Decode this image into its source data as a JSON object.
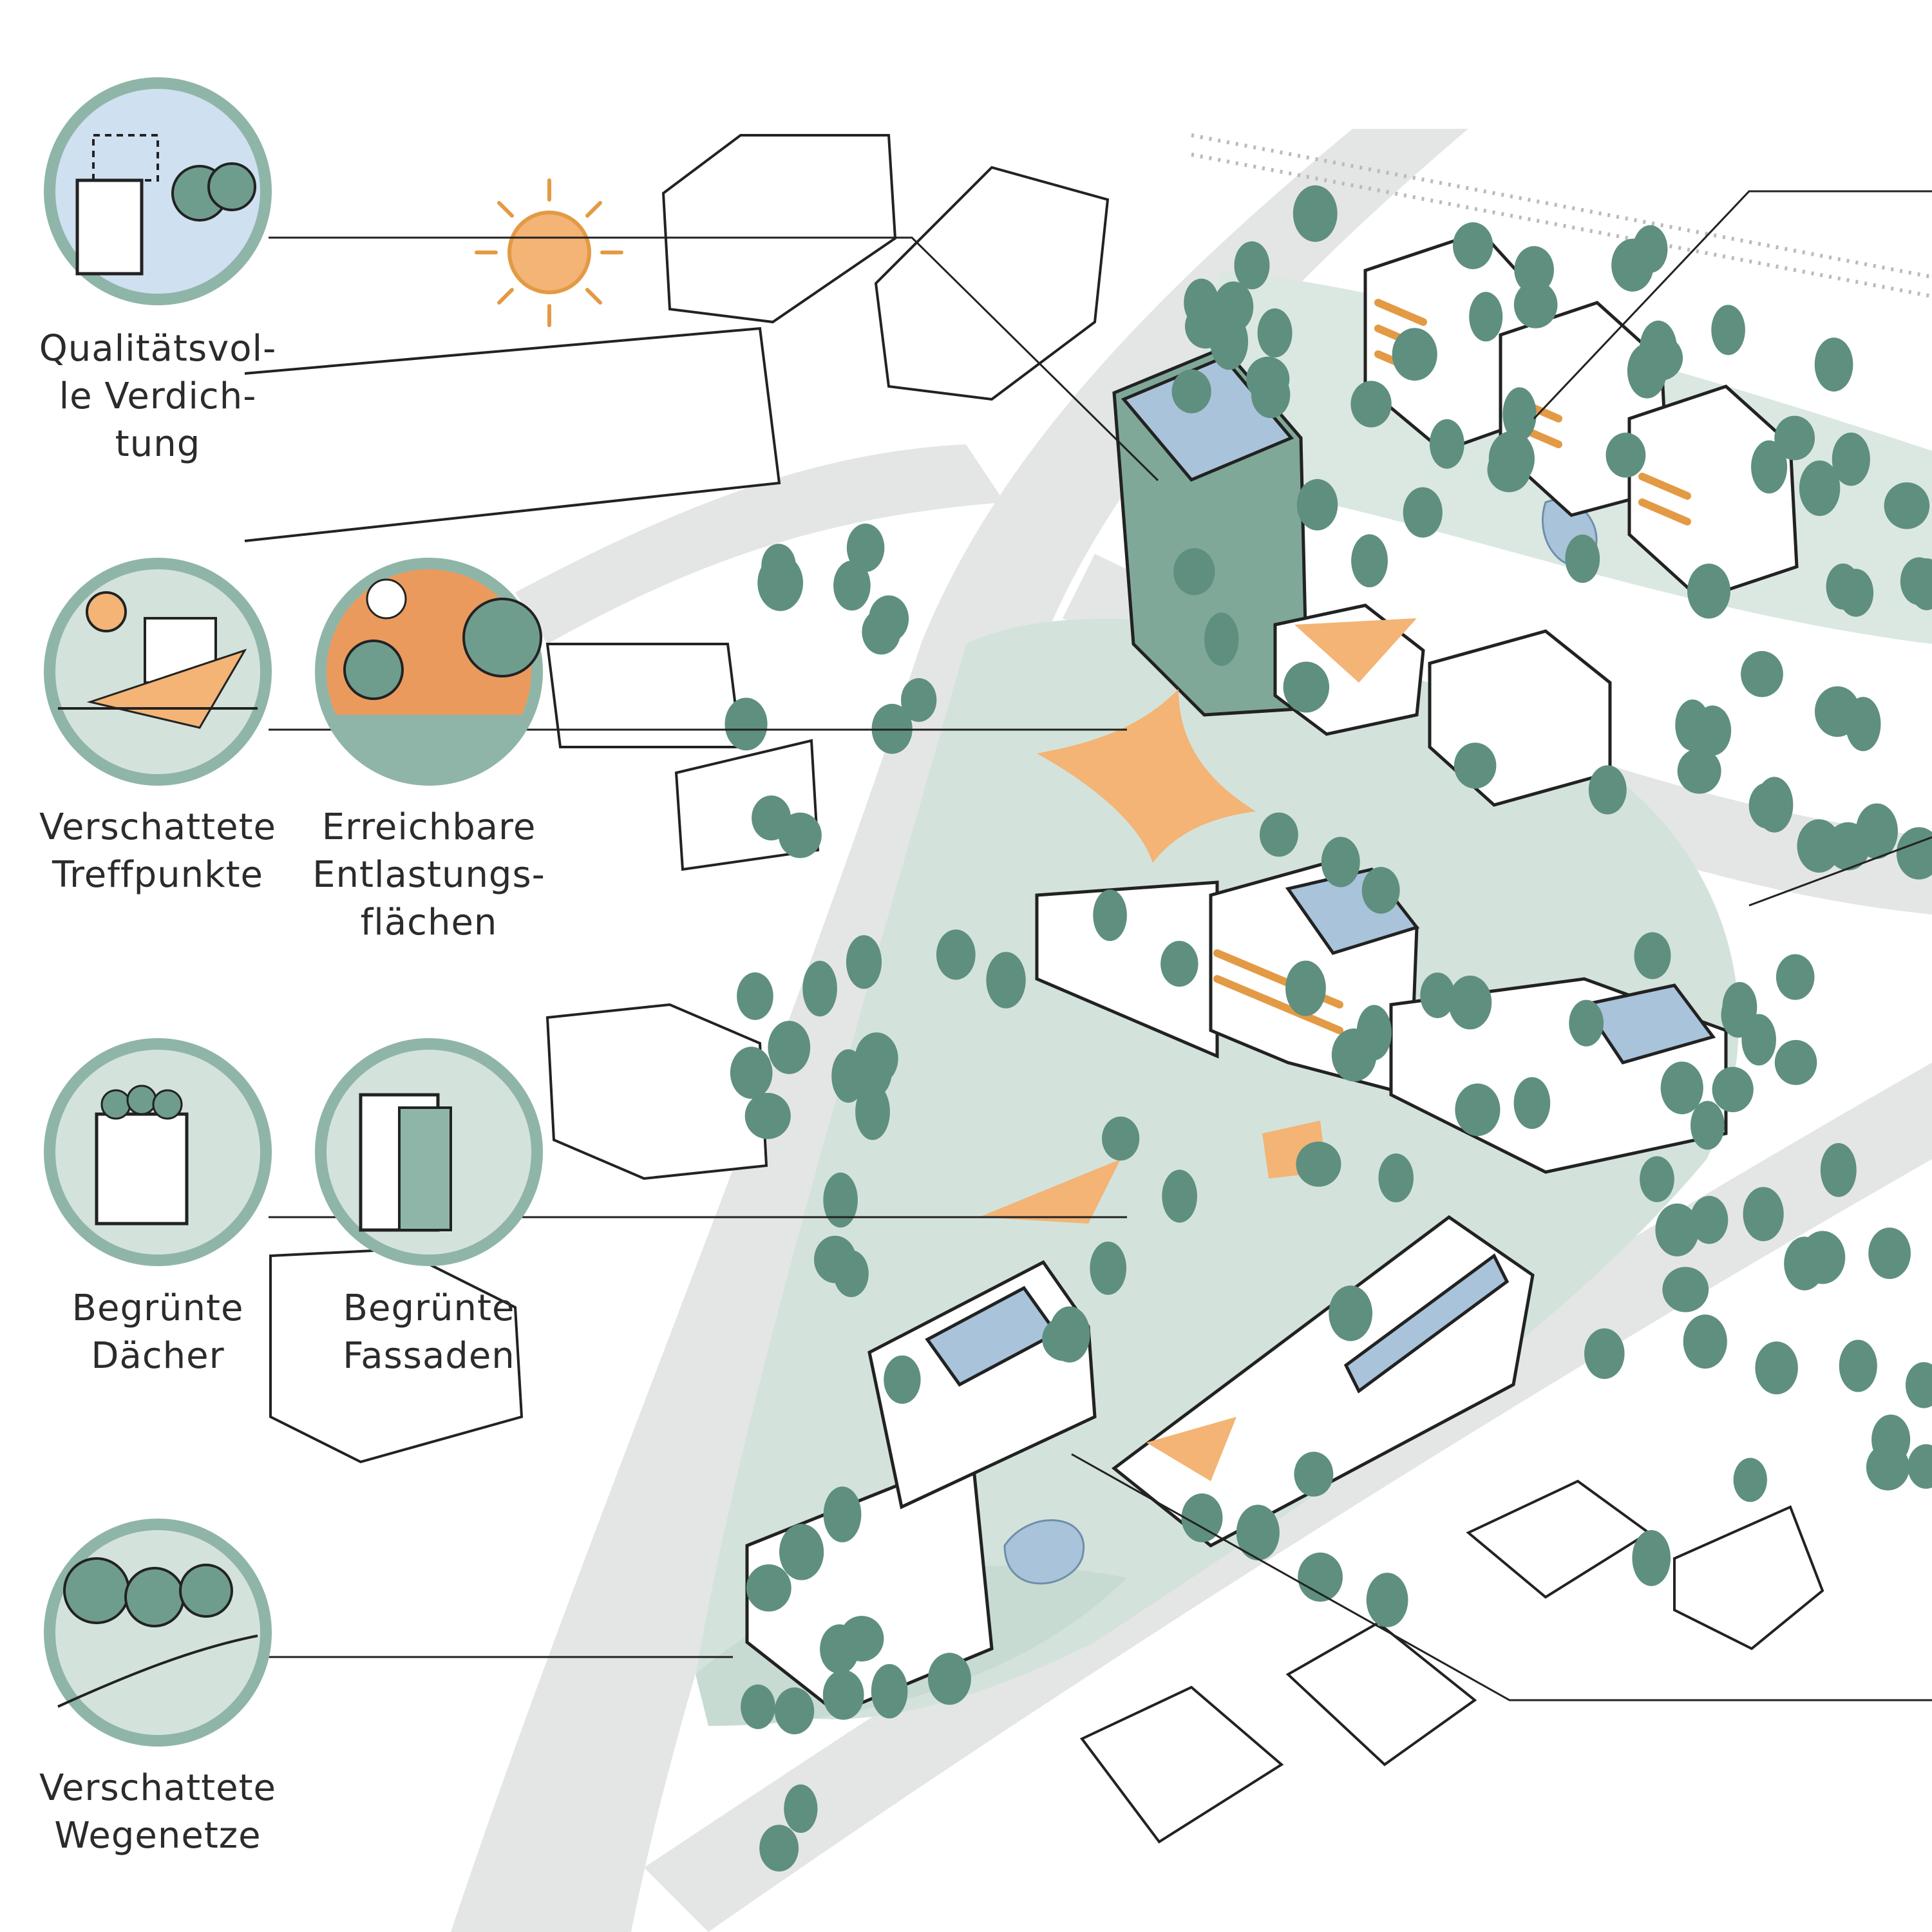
{
  "legend": [
    {
      "id": "verdichtung",
      "label": "Qualitätsvol-\nle Verdich-\ntung"
    },
    {
      "id": "treffpunkte",
      "label": "Verschattete\nTreffpunkte"
    },
    {
      "id": "entlastung",
      "label": "Erreichbare\nEntlastungs-\nflächen"
    },
    {
      "id": "daecher",
      "label": "Begrünte\nDächer"
    },
    {
      "id": "fassaden",
      "label": "Begrünte\nFassaden"
    },
    {
      "id": "wegenetze",
      "label": "Verschattete\nWegenetze"
    }
  ],
  "colors": {
    "ring": "#8fb5a8",
    "green": "#6f9d8d",
    "tree": "#5f8f7f",
    "pale_green": "#d3e3dc",
    "road": "#e4e6e5",
    "orange": "#f3b475",
    "solar": "#a9c3da",
    "sky": "#cfe0f0"
  }
}
